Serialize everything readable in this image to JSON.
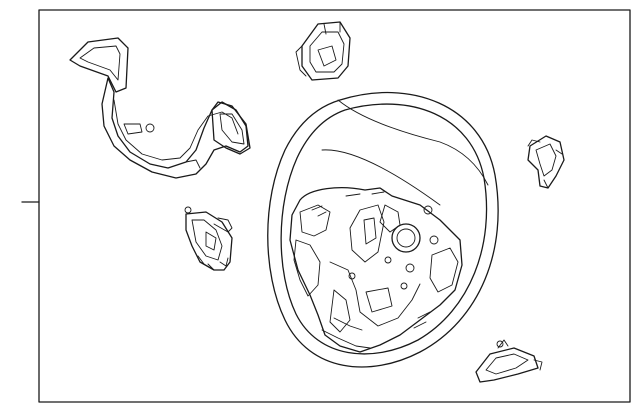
{
  "diagram": {
    "background": "#ffffff",
    "line_color": "#1a1a1a",
    "parts": [
      "steering-wheel",
      "switch-bezel-bracket",
      "upper-switch-cover",
      "right-switch-cover",
      "left-switch-assembly",
      "lower-switch-cover"
    ]
  }
}
